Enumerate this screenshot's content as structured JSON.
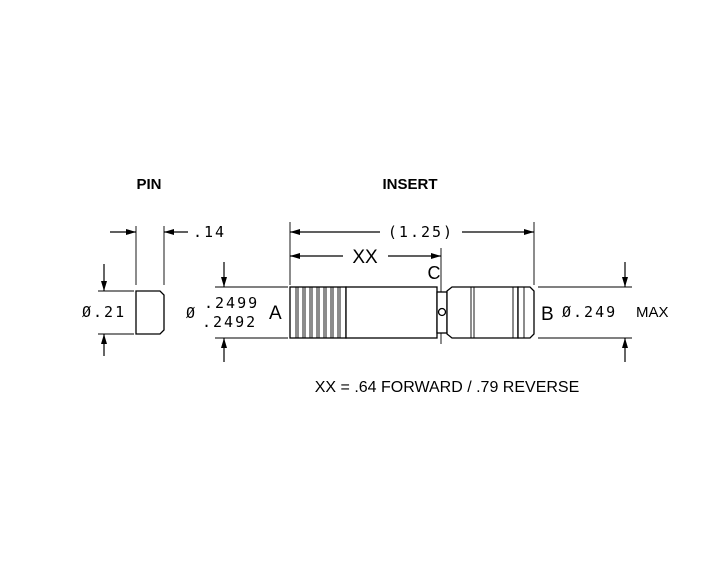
{
  "headers": {
    "pin": "PIN",
    "insert": "INSERT"
  },
  "pin_dims": {
    "length": ".14",
    "diameter": "Ø.21"
  },
  "insert_dims": {
    "overall_length": "(1.25)",
    "xx": "XX",
    "ref_c": "C",
    "diameter_prefix": "Ø",
    "diameter_upper": ".2499",
    "diameter_lower": ".2492",
    "ref_a": "A",
    "ref_b": "B",
    "diameter_b": "Ø.249",
    "diameter_b_suffix": "MAX"
  },
  "note": "XX = .64 FORWARD / .79 REVERSE"
}
